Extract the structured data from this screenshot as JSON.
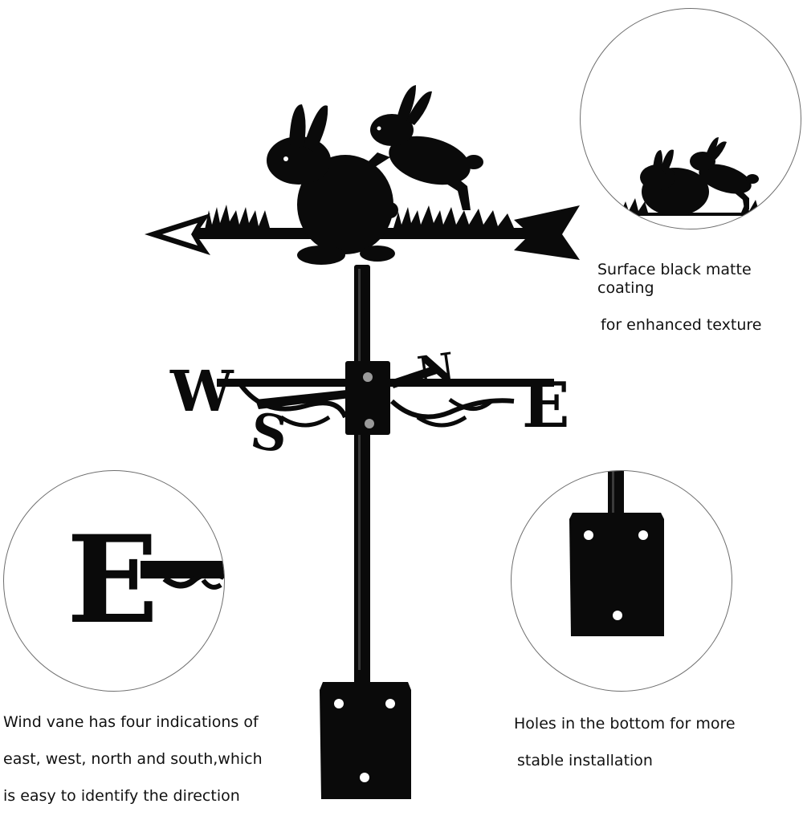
{
  "captions": {
    "coating_line1": "Surface black matte coating",
    "coating_line2": "for enhanced texture",
    "directions_line1": "Wind vane has four indications of",
    "directions_line2": "east, west, north and south,which",
    "directions_line3": "is easy to identify the direction",
    "holes_line1": "Holes in the bottom for more",
    "holes_line2": "stable installation"
  },
  "compass_letters": {
    "west": "W",
    "east": "E",
    "north": "N",
    "south": "S"
  },
  "detail_letter": "E",
  "colors": {
    "metal": "#0a0a0a",
    "circle_border": "#6e6e6e",
    "background": "#ffffff"
  }
}
